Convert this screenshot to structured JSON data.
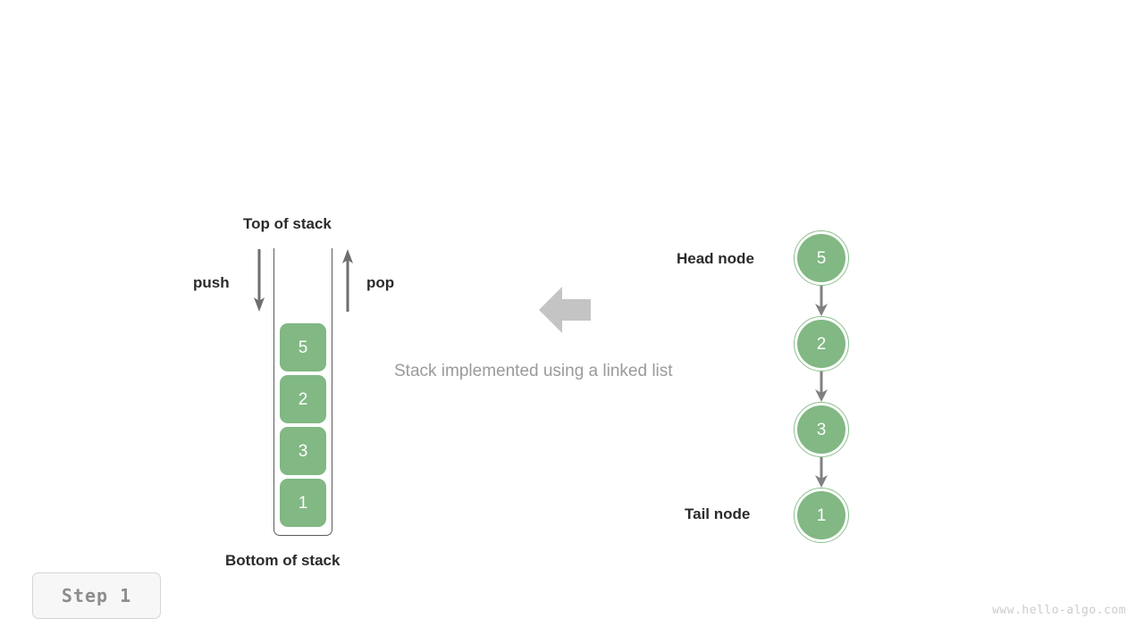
{
  "diagram": {
    "caption": "Stack implemented using a linked list",
    "transform_arrow": "left-arrow-icon"
  },
  "stack": {
    "top_label": "Top of stack",
    "bottom_label": "Bottom of stack",
    "push_label": "push",
    "pop_label": "pop",
    "items": [
      {
        "value": "5"
      },
      {
        "value": "2"
      },
      {
        "value": "3"
      },
      {
        "value": "1"
      }
    ]
  },
  "linked_list": {
    "head_label": "Head node",
    "tail_label": "Tail node",
    "nodes": [
      {
        "value": "5"
      },
      {
        "value": "2"
      },
      {
        "value": "3"
      },
      {
        "value": "1"
      }
    ]
  },
  "footer": {
    "step_label": "Step 1",
    "watermark": "www.hello-algo.com"
  },
  "colors": {
    "node_fill": "#81b883",
    "node_ring": "#8cc08e",
    "arrow_gray": "#6e6e6e",
    "big_arrow_gray": "#c4c4c4",
    "text_dark": "#2b2b2b",
    "text_muted": "#9a9a9a"
  }
}
